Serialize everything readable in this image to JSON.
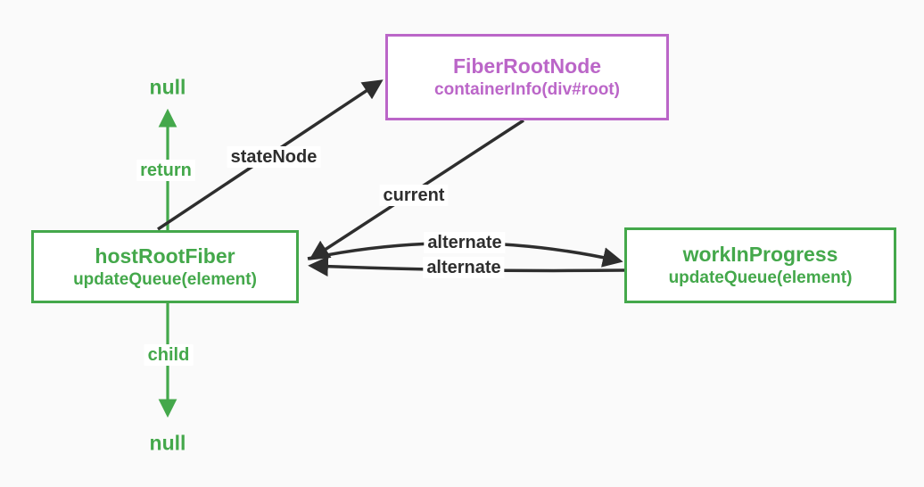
{
  "diagram": {
    "background_color": "#fafafa",
    "colors": {
      "green": "#44a84b",
      "purple": "#bb66c8",
      "arrow_black": "#2e2e2e",
      "node_fill": "#ffffff",
      "label_background": "#ffffff"
    },
    "nodes": {
      "fiber_root_node": {
        "title": "FiberRootNode",
        "subtitle": "containerInfo(div#root)"
      },
      "host_root_fiber": {
        "title": "hostRootFiber",
        "subtitle": "updateQueue(element)"
      },
      "work_in_progress": {
        "title": "workInProgress",
        "subtitle": "updateQueue(element)"
      }
    },
    "edge_labels": {
      "state_node": "stateNode",
      "current": "current",
      "alternate_top": "alternate",
      "alternate_bottom": "alternate",
      "return": "return",
      "child": "child",
      "null_top": "null",
      "null_bottom": "null"
    }
  }
}
